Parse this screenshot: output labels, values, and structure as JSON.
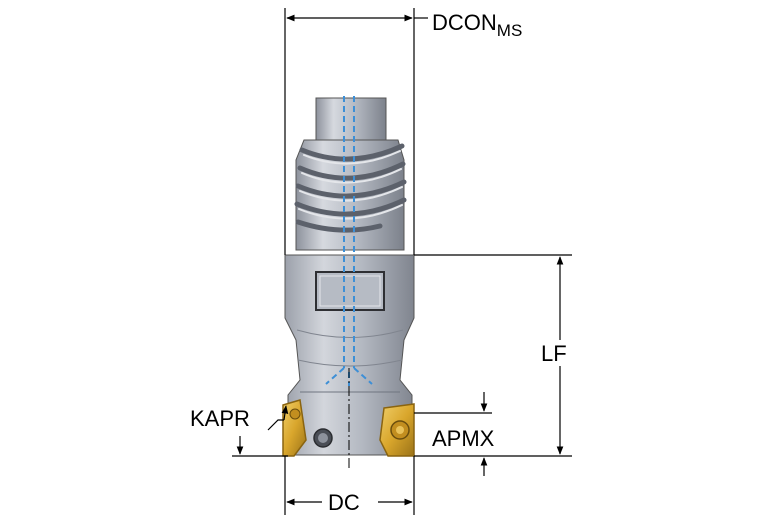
{
  "labels": {
    "dcon": "DCON",
    "dcon_sub": "MS",
    "lf": "LF",
    "kapr": "KAPR",
    "apmx": "APMX",
    "dc": "DC"
  },
  "colors": {
    "body_light": "#c8ccd4",
    "body_mid": "#a9aeb8",
    "body_dark": "#6f7580",
    "coolant": "#3d8fd6",
    "insert": "#e0b23a",
    "insert_dark": "#8a6410",
    "line": "#000000"
  }
}
